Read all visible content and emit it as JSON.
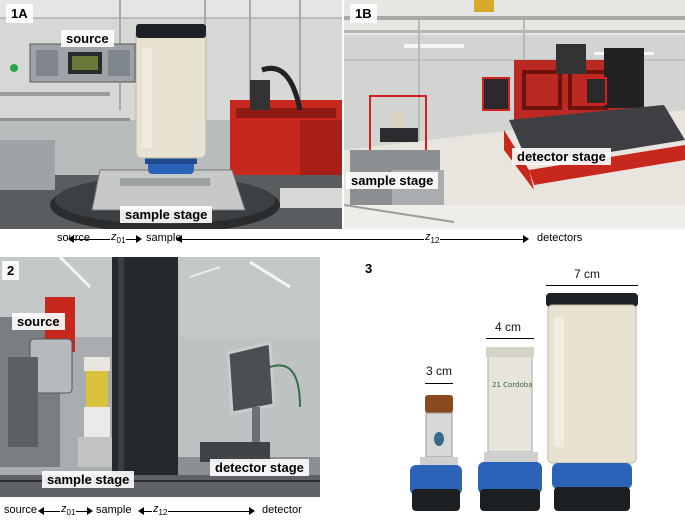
{
  "panels": {
    "p1a": {
      "label": "1A",
      "source_label": "source",
      "stage_label": "sample stage"
    },
    "p1b": {
      "label": "1B",
      "detector_stage_label": "detector stage",
      "stage_label": "sample stage"
    },
    "p2": {
      "label": "2",
      "source_label": "source",
      "stage_label": "sample stage",
      "detector_stage_label": "detector stage"
    },
    "p3": {
      "label": "3",
      "containers": [
        "3 cm",
        "4 cm",
        "7 cm"
      ],
      "tube_note": "21 Cordoba\nAmess 17-7\ncas 4545"
    }
  },
  "axis1": {
    "source": "source",
    "z01": "z",
    "z01_sub": "01",
    "sample": "sample",
    "z12": "z",
    "z12_sub": "12",
    "detectors": "detectors"
  },
  "axis2": {
    "source": "source",
    "z01": "z",
    "z01_sub": "01",
    "sample": "sample",
    "z12": "z",
    "z12_sub": "12",
    "detector": "detector"
  },
  "colors": {
    "red_machine": "#c8271e",
    "blue_base": "#2b63b8",
    "jar_fill": "#e8e2d2"
  }
}
